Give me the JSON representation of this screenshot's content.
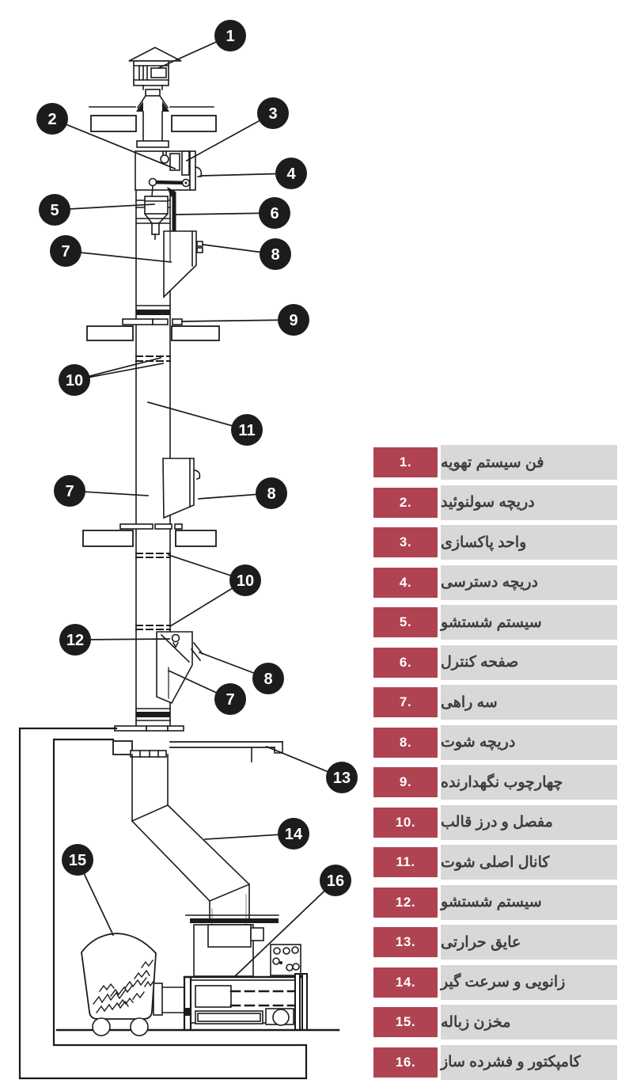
{
  "page": {
    "background": "#ffffff"
  },
  "colors": {
    "line": "#1b1b1b",
    "balloon_fill": "#1c1c1c",
    "balloon_text": "#ffffff",
    "legend_red": "#b04352",
    "legend_gray": "#d8d8d8",
    "legend_text_color": "#3d3d3d"
  },
  "diagram": {
    "description": "Garbage chute system technical line diagram with numbered callouts",
    "callouts": [
      {
        "number": "1"
      },
      {
        "number": "2"
      },
      {
        "number": "3"
      },
      {
        "number": "4"
      },
      {
        "number": "5"
      },
      {
        "number": "6"
      },
      {
        "number": "7"
      },
      {
        "number": "8"
      },
      {
        "number": "9"
      },
      {
        "number": "10"
      },
      {
        "number": "11"
      },
      {
        "number": "7"
      },
      {
        "number": "8"
      },
      {
        "number": "10"
      },
      {
        "number": "12"
      },
      {
        "number": "8"
      },
      {
        "number": "7"
      },
      {
        "number": "13"
      },
      {
        "number": "14"
      },
      {
        "number": "15"
      },
      {
        "number": "16"
      }
    ]
  },
  "legend": {
    "rows": [
      {
        "num": "1.",
        "label": "فن سیستم تهویه"
      },
      {
        "num": "2.",
        "label": "دریچه سولنوئید"
      },
      {
        "num": "3.",
        "label": "واحد پاکسازی"
      },
      {
        "num": "4.",
        "label": "دریچه دسترسی"
      },
      {
        "num": "5.",
        "label": "سیستم شستشو"
      },
      {
        "num": "6.",
        "label": "صفحه کنترل"
      },
      {
        "num": "7.",
        "label": "سه راهی"
      },
      {
        "num": "8.",
        "label": "دریچه شوت"
      },
      {
        "num": "9.",
        "label": "چهارچوب نگهدارنده"
      },
      {
        "num": "10.",
        "label": "مفصل و درز قالب"
      },
      {
        "num": "11.",
        "label": "کانال اصلی شوت"
      },
      {
        "num": "12.",
        "label": "سیستم شستشو"
      },
      {
        "num": "13.",
        "label": "عایق حرارتی"
      },
      {
        "num": "14.",
        "label": "زانویی و سرعت گیر"
      },
      {
        "num": "15.",
        "label": "مخزن زباله"
      },
      {
        "num": "16.",
        "label": "کامپکتور و فشرده ساز"
      }
    ]
  }
}
